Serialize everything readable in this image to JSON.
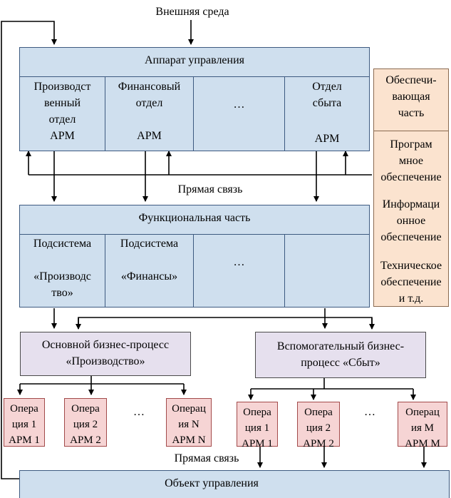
{
  "environment": "Внешняя среда",
  "management": {
    "title": "Аппарат управления",
    "departments": [
      {
        "name": "Производст\nвенный\nотдел",
        "sub": "АРМ"
      },
      {
        "name": "Финансовый\nотдел",
        "sub": "АРМ"
      },
      {
        "name": "…",
        "sub": ""
      },
      {
        "name": "Отдел\nсбыта",
        "sub": "АРМ"
      }
    ]
  },
  "support": {
    "title": "Обеспечи-\nвающая\nчасть",
    "items": [
      "Програм\nмное\nобеспечение",
      "Информаци\nонное\nобеспечение",
      "Техническое\nобеспечение\nи т.д."
    ]
  },
  "direct_link_1": "Прямая связь",
  "functional": {
    "title": "Функциональная часть",
    "subsystems": [
      {
        "line1": "Подсистема",
        "line2": "«Производс\nтво»"
      },
      {
        "line1": "Подсистема",
        "line2": "«Финансы»"
      },
      {
        "line1": "…",
        "line2": ""
      },
      {
        "line1": "",
        "line2": ""
      }
    ]
  },
  "main_process": "Основной бизнес-процесс\n«Производство»",
  "aux_process": "Вспомогательный бизнес-\nпроцесс «Сбыт»",
  "ops_left": [
    "Опера\nция 1\nАРМ 1",
    "Опера\nция 2\nАРМ 2",
    "Операц\nия N\nАРМ N"
  ],
  "ops_right": [
    "Опера\nция 1\nАРМ 1",
    "Опера\nция 2\nАРМ 2",
    "Операц\nия М\nАРМ М"
  ],
  "ellipsis": "…",
  "direct_link_2": "Прямая связь",
  "object": "Объект управления"
}
